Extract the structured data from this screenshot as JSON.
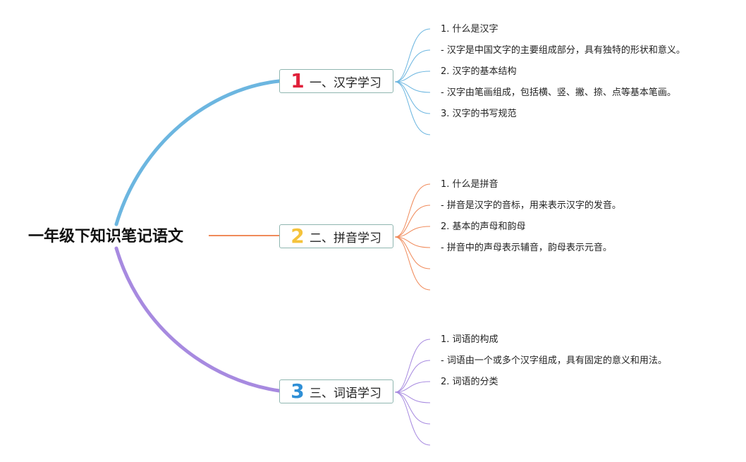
{
  "root": {
    "title": "一年级下知识笔记语文"
  },
  "branches": [
    {
      "number": "1",
      "title": "一、汉字学习",
      "color": "#6cb6e0",
      "number_color": "#e0203a",
      "items": [
        "1. 什么是汉字",
        "- 汉字是中国文字的主要组成部分，具有独特的形状和意义。",
        "2. 汉字的基本结构",
        "- 汉字由笔画组成，包括横、竖、撇、捺、点等基本笔画。",
        "3. 汉字的书写规范",
        ""
      ]
    },
    {
      "number": "2",
      "title": "二、拼音学习",
      "color": "#f08a5a",
      "number_color": "#f5c33b",
      "items": [
        "1. 什么是拼音",
        "- 拼音是汉字的音标，用来表示汉字的发音。",
        "2. 基本的声母和韵母",
        "- 拼音中的声母表示辅音，韵母表示元音。",
        "",
        ""
      ]
    },
    {
      "number": "3",
      "title": "三、词语学习",
      "color": "#a78ae0",
      "number_color": "#2f8fd6",
      "items": [
        "1. 词语的构成",
        "- 词语由一个或多个汉字组成，具有固定的意义和用法。",
        "2. 词语的分类",
        "",
        "",
        ""
      ]
    }
  ]
}
